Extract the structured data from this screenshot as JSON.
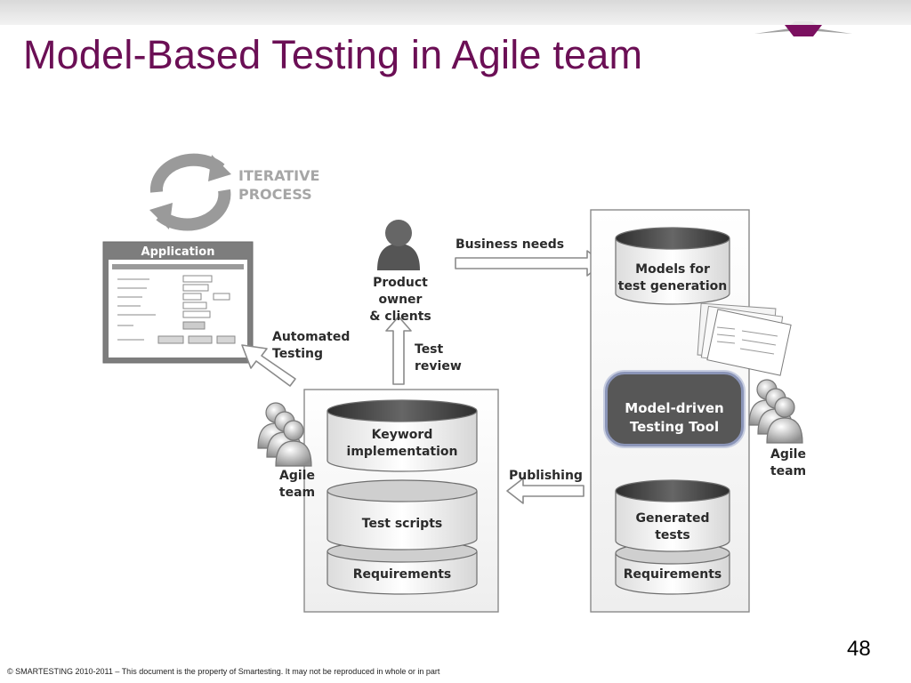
{
  "slide": {
    "title": "Model-Based Testing in Agile team",
    "page_number": "48",
    "footer": "© SMARTESTING 2010-2011 – This document is the property of Smartesting. It may not be reproduced in whole or in part"
  },
  "diagram": {
    "iterative_process": "ITERATIVE\nPROCESS",
    "application_window": {
      "title": "Application"
    },
    "product_owner": "Product owner\n& clients",
    "business_needs": "Business needs",
    "automated_testing": "Automated\nTesting",
    "test_review": "Test\nreview",
    "publishing": "Publishing",
    "agile_team_left": "Agile\nteam",
    "agile_team_right": "Agile\nteam",
    "left_stack": {
      "keyword": "Keyword\nimplementation",
      "test_scripts": "Test scripts",
      "requirements": "Requirements"
    },
    "right_stack": {
      "models": "Models for\ntest generation",
      "tool": "Model-driven\nTesting Tool",
      "generated": "Generated\ntests",
      "requirements": "Requirements"
    }
  },
  "colors": {
    "title": "#6b0f55",
    "logo_accent": "#7b1060"
  }
}
